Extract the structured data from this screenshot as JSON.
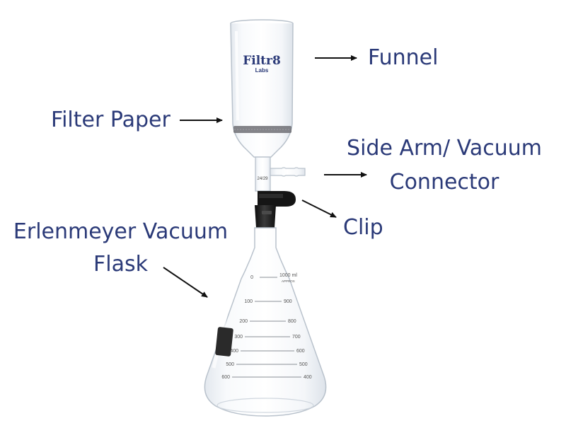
{
  "labels": {
    "funnel": "Funnel",
    "filter_paper": "Filter Paper",
    "side_arm_line1": "Side Arm/ Vacuum",
    "side_arm_line2": "Connector",
    "clip": "Clip",
    "flask_line1": "Erlenmeyer Vacuum",
    "flask_line2": "Flask"
  },
  "brand": {
    "name": "Filtr8",
    "sub": "Labs"
  },
  "neck_marking": "24/29",
  "graduations": {
    "top_left": "0",
    "top_right": "1000 ml",
    "top_right_sub": "APPROX",
    "left": [
      "100",
      "200",
      "300",
      "400",
      "500",
      "600"
    ],
    "right": [
      "900",
      "800",
      "700",
      "600",
      "500",
      "400"
    ]
  },
  "colors": {
    "label_text": "#2b3a78",
    "arrow": "#111111",
    "glass_outline": "#b9c2cc",
    "stopper": "#1b1b1b"
  }
}
